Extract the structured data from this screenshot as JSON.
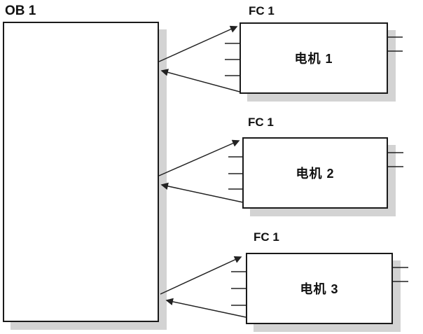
{
  "diagram": {
    "organization_block": {
      "title": "OB 1"
    },
    "function_calls": [
      {
        "block_title": "FC 1",
        "motor_label": "电机 1"
      },
      {
        "block_title": "FC 1",
        "motor_label": "电机 2"
      },
      {
        "block_title": "FC 1",
        "motor_label": "电机 3"
      }
    ],
    "colors": {
      "line": "#222222",
      "box_border": "#1a1a1a",
      "box_fill": "#ffffff",
      "shadow": "#d3d3d3",
      "background": "#ffffff"
    }
  }
}
